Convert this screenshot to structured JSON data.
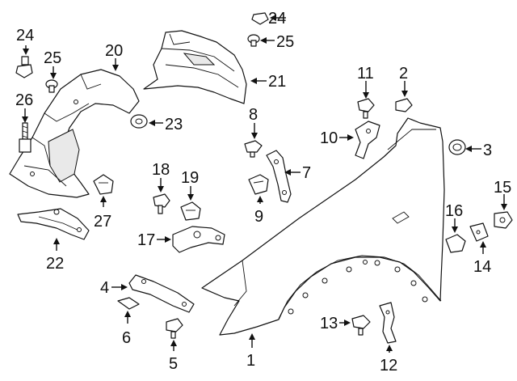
{
  "diagram": {
    "callouts": [
      {
        "id": "1",
        "label": "1"
      },
      {
        "id": "2",
        "label": "2"
      },
      {
        "id": "3",
        "label": "3"
      },
      {
        "id": "4",
        "label": "4"
      },
      {
        "id": "5",
        "label": "5"
      },
      {
        "id": "6",
        "label": "6"
      },
      {
        "id": "7",
        "label": "7"
      },
      {
        "id": "8",
        "label": "8"
      },
      {
        "id": "9",
        "label": "9"
      },
      {
        "id": "10",
        "label": "10"
      },
      {
        "id": "11",
        "label": "11"
      },
      {
        "id": "12",
        "label": "12"
      },
      {
        "id": "13",
        "label": "13"
      },
      {
        "id": "14",
        "label": "14"
      },
      {
        "id": "15",
        "label": "15"
      },
      {
        "id": "16",
        "label": "16"
      },
      {
        "id": "17",
        "label": "17"
      },
      {
        "id": "18",
        "label": "18"
      },
      {
        "id": "19",
        "label": "19"
      },
      {
        "id": "20",
        "label": "20"
      },
      {
        "id": "21",
        "label": "21"
      },
      {
        "id": "22",
        "label": "22"
      },
      {
        "id": "23",
        "label": "23"
      },
      {
        "id": "24a",
        "label": "24"
      },
      {
        "id": "24b",
        "label": "24"
      },
      {
        "id": "25a",
        "label": "25"
      },
      {
        "id": "25b",
        "label": "25"
      },
      {
        "id": "26",
        "label": "26"
      },
      {
        "id": "27",
        "label": "27"
      }
    ]
  }
}
